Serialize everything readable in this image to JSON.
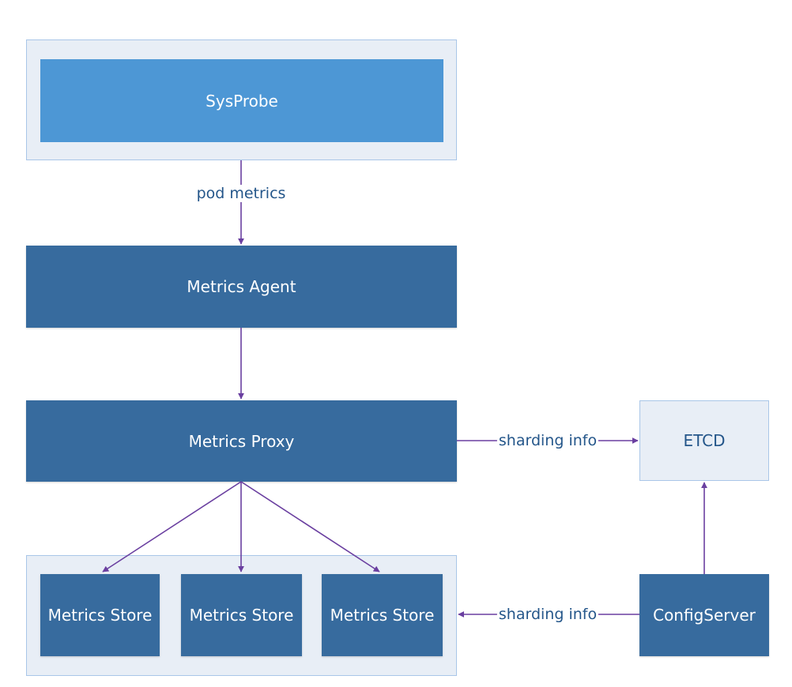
{
  "nodes": {
    "sysprobe": "SysProbe",
    "metrics_agent": "Metrics Agent",
    "metrics_proxy": "Metrics Proxy",
    "etcd": "ETCD",
    "metrics_store_1": "Metrics Store",
    "metrics_store_2": "Metrics Store",
    "metrics_store_3": "Metrics Store",
    "config_server": "ConfigServer"
  },
  "edges": [
    {
      "from": "sysprobe",
      "to": "metrics_agent",
      "label": "pod metrics"
    },
    {
      "from": "metrics_agent",
      "to": "metrics_proxy",
      "label": ""
    },
    {
      "from": "metrics_proxy",
      "to": "etcd",
      "label": "sharding info"
    },
    {
      "from": "metrics_proxy",
      "to": "metrics_store_1",
      "label": ""
    },
    {
      "from": "metrics_proxy",
      "to": "metrics_store_2",
      "label": ""
    },
    {
      "from": "metrics_proxy",
      "to": "metrics_store_3",
      "label": ""
    },
    {
      "from": "config_server",
      "to": "etcd",
      "label": ""
    },
    {
      "from": "config_server",
      "to": "metrics_store_group",
      "label": "sharding info"
    }
  ],
  "edge_labels": {
    "pod_metrics": "pod metrics",
    "sharding_info_etcd": "sharding info",
    "sharding_info_stores": "sharding info"
  },
  "colors": {
    "edge": "#6a3fa0",
    "node_dark": "#376b9e",
    "node_light": "#4d97d5",
    "container_fill": "#e8eef6",
    "container_border": "#a9c6e8",
    "label_text": "#24568a"
  }
}
